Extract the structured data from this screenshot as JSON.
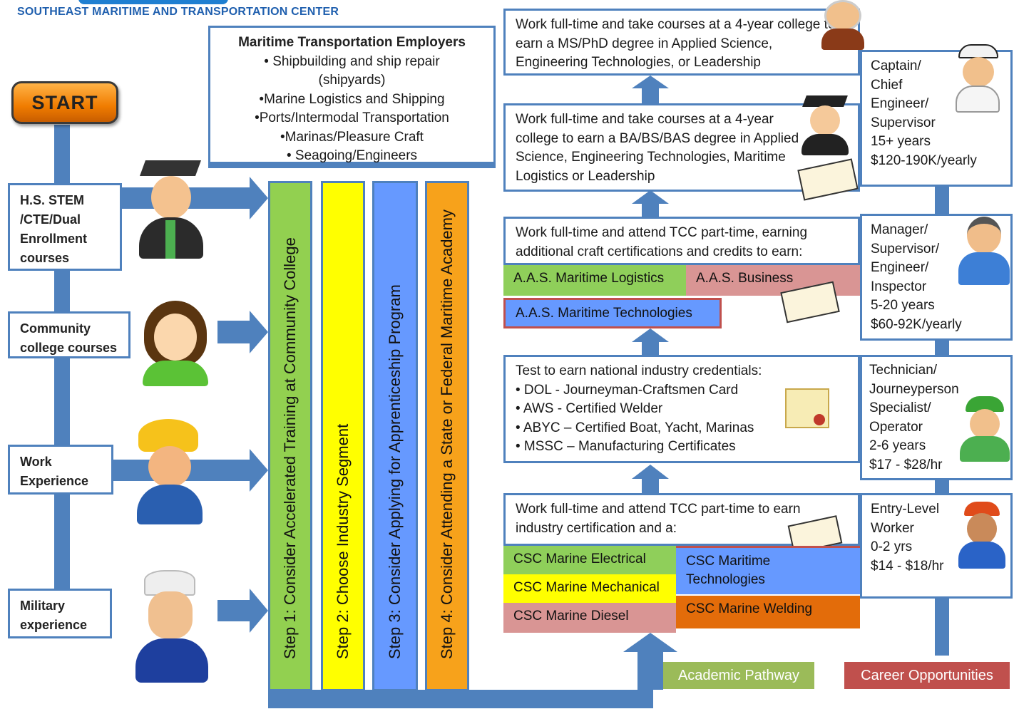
{
  "header": {
    "org": "SOUTHEAST MARITIME AND TRANSPORTATION CENTER"
  },
  "start_label": "START",
  "employers": {
    "title": "Maritime Transportation Employers",
    "items": [
      "• Shipbuilding and ship repair",
      "(shipyards)",
      "•Marine Logistics and Shipping",
      "•Ports/Intermodal Transportation",
      "•Marinas/Pleasure Craft",
      "• Seagoing/Engineers"
    ]
  },
  "entry_points": [
    {
      "label": "H.S. STEM /CTE/Dual Enrollment courses"
    },
    {
      "label": "Community college courses"
    },
    {
      "label": "Work Experience"
    },
    {
      "label": "Military experience"
    }
  ],
  "steps": [
    {
      "label": "Step 1: Consider Accelerated Training at Community College",
      "color": "#92d050"
    },
    {
      "label": "Step 2: Choose Industry Segment",
      "color": "#ffff00"
    },
    {
      "label": "Step 3: Consider Applying for Apprenticeship Program",
      "color": "#6699ff"
    },
    {
      "label": "Step 4: Consider Attending a State or Federal Maritime Academy",
      "color": "#f7a21b"
    }
  ],
  "pathway": {
    "msphd": "Work full-time and take courses at a 4-year college to earn a MS/PhD degree in Applied Science, Engineering Technologies, or Leadership",
    "ba": "Work full-time and take courses at a 4-year college to earn a BA/BS/BAS degree in Applied Science, Engineering Technologies, Maritime Logistics or Leadership",
    "aas_intro": "Work full-time and attend TCC part-time, earning additional craft certifications and credits to earn:",
    "aas_chips": [
      {
        "label": "A.A.S. Maritime Logistics",
        "color": "#8fcf5a"
      },
      {
        "label": "A.A.S. Business",
        "color": "#d99594"
      },
      {
        "label": "A.A.S. Maritime Technologies",
        "color": "#6699ff"
      }
    ],
    "credentials_intro": "Test to earn national industry credentials:",
    "credentials": [
      "• DOL - Journeyman-Craftsmen Card",
      "• AWS - Certified Welder",
      "• ABYC – Certified Boat, Yacht, Marinas",
      "• MSSC – Manufacturing Certificates"
    ],
    "csc_intro": "Work full-time and attend TCC part-time to earn industry certification and a:",
    "csc_chips": [
      {
        "label": "CSC Marine Electrical",
        "color": "#8fcf5a"
      },
      {
        "label": "CSC Marine Mechanical",
        "color": "#ffff00"
      },
      {
        "label": "CSC Marine Diesel",
        "color": "#d99594"
      },
      {
        "label": "CSC Maritime Technologies",
        "color": "#6699ff"
      },
      {
        "label": "CSC Marine Welding",
        "color": "#e36c0a"
      }
    ]
  },
  "careers": [
    {
      "title": "Captain/ Chief Engineer/ Supervisor",
      "years": "15+ years",
      "pay": "$120-190K/yearly"
    },
    {
      "title": "Manager/ Supervisor/ Engineer/ Inspector",
      "years": "5-20 years",
      "pay": "$60-92K/yearly"
    },
    {
      "title": "Technician/ Journeyperson Specialist/ Operator",
      "years": "2-6 years",
      "pay": "$17 - $28/hr"
    },
    {
      "title": "Entry-Level Worker",
      "years": "0-2 yrs",
      "pay": "$14 - $18/hr"
    }
  ],
  "legend": {
    "academic": "Academic Pathway",
    "academic_color": "#9bbb59",
    "career": "Career Opportunities",
    "career_color": "#c0504d"
  }
}
